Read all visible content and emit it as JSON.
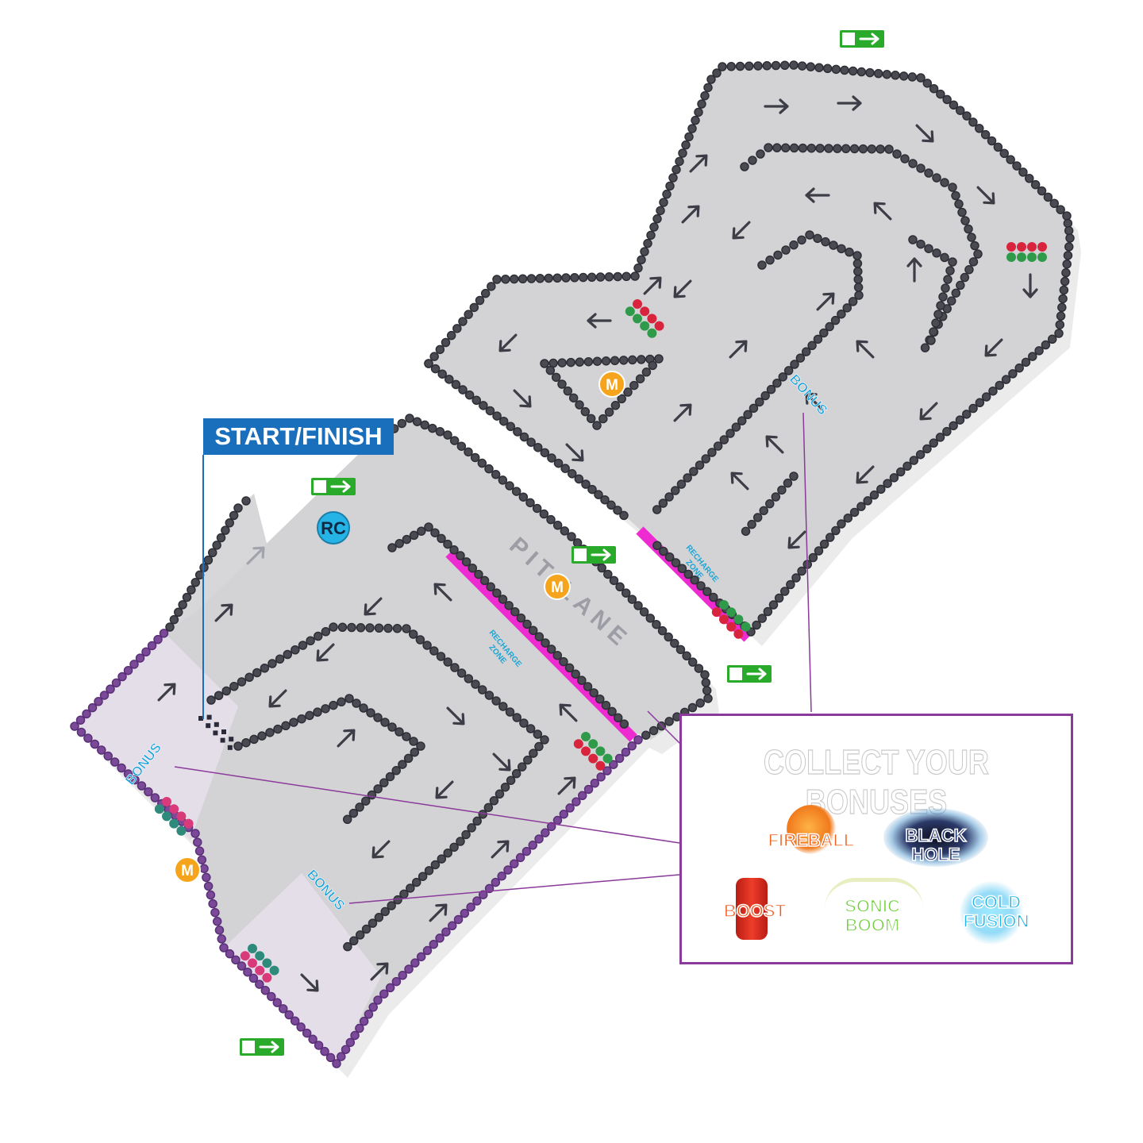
{
  "labels": {
    "start_finish": "START/FINISH",
    "pit_lane": "PIT  LANE",
    "recharge": "RECHARGE",
    "zone": "ZONE",
    "bonus": "BONUS",
    "marshal": "M",
    "race_control": "RC"
  },
  "bonus_panel": {
    "title": "COLLECT YOUR BONUSES",
    "items": [
      {
        "name": "FIREBALL",
        "color": "#f0621c"
      },
      {
        "name": "BLACK HOLE",
        "color": "#1b2f6e"
      },
      {
        "name": "BOOST",
        "color": "#f05a20"
      },
      {
        "name": "SONIC BOOM",
        "color": "#6fcf3c"
      },
      {
        "name": "COLD FUSION",
        "color": "#21b6e9"
      }
    ]
  },
  "icons": {
    "exit": "emergency-exit-icon",
    "arrow": "direction-arrow-icon",
    "lights": "start-lights-icon"
  },
  "colors": {
    "track": "#d3d3d5",
    "barrier": "#4a4a52",
    "pit_stripe": "#ee2bd0",
    "exit_green": "#2aaa2a",
    "start_blue": "#1a6fbd",
    "panel_border": "#8a3a9a",
    "marshal_orange": "#f7a41d",
    "race_control_blue": "#26b4e6"
  }
}
